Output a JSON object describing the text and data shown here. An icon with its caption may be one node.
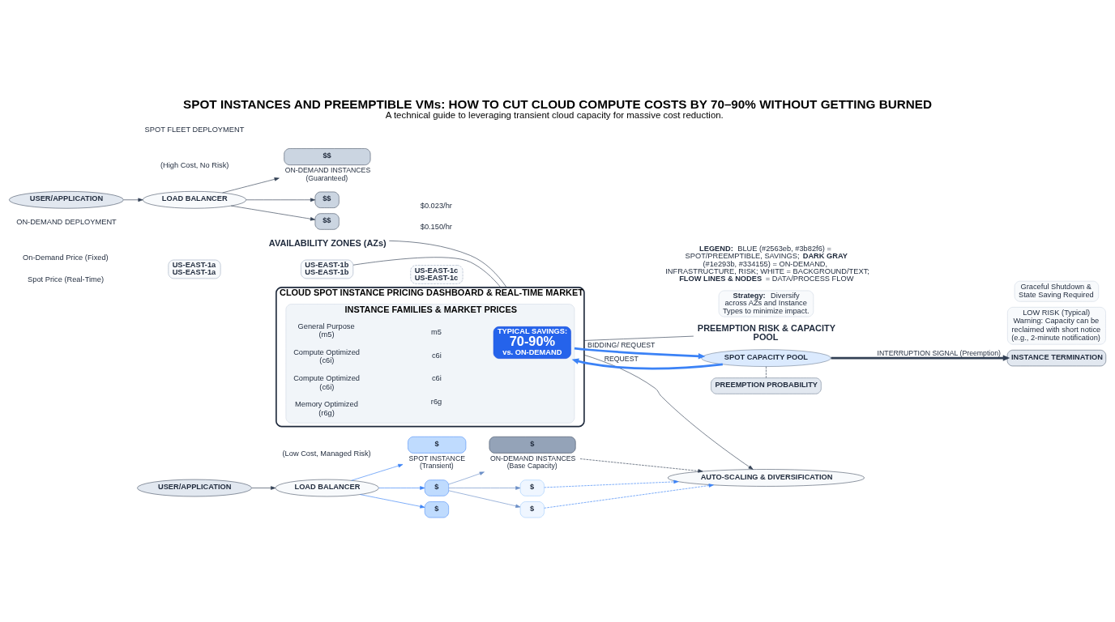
{
  "diagram": {
    "title": "SPOT INSTANCES AND PREEMPTIBLE VMs: HOW TO CUT CLOUD COMPUTE COSTS BY 70–90% WITHOUT GETTING BURNED",
    "caption": "A technical guide to leveraging transient cloud capacity for massive cost reduction.",
    "nodes": [
      {
        "text": [
          "AVAILABILITY ZONES (AZs)"
        ]
      },
      {
        "text": [
          "US-EAST-1a",
          "US-EAST-1a"
        ]
      },
      {
        "text": [
          "US-EAST-1b",
          "US-EAST-1b"
        ]
      },
      {
        "text": [
          "US-EAST-1c",
          "US-EAST-1c"
        ]
      },
      {
        "text": [
          "CLOUD SPOT INSTANCE PRICING DASHBOARD & REAL-TIME MARKET"
        ]
      },
      {
        "text": [
          "INSTANCE FAMILIES & MARKET PRICES"
        ],
        "in": 4
      },
      {
        "text": [
          "TYPICAL SAVINGS:",
          "70-90%",
          "vs. ON-DEMAND"
        ],
        "in": 5
      },
      {
        "text": [
          "PREEMPTION RISK & CAPACITY POOL"
        ]
      },
      {
        "text": [
          "PREEMPTION PROBABILITY"
        ]
      },
      {
        "text": [
          "LOW RISK (Typical)",
          "Warning: Capacity can be reclaimed with short notice (e.g., 2-minute notification)"
        ]
      },
      {
        "text": [
          "SPOT CAPACITY POOL"
        ]
      },
      {
        "text": [
          "INSTANCE TERMINATION"
        ]
      },
      {
        "text": [
          "Graceful Shutdown & State Saving Required"
        ]
      },
      {
        "text": [
          "USER/APPLICATION"
        ]
      },
      {
        "text": [
          "LOAD BALANCER"
        ]
      },
      {
        "text": [
          "$$"
        ]
      },
      {
        "text": [
          "$$"
        ]
      },
      {
        "text": [
          "$$"
        ],
        "beside": [
          "ON-DEMAND INSTANCES",
          "(Guaranteed)"
        ]
      },
      {
        "text": [
          "USER/APPLICATION"
        ]
      },
      {
        "text": [
          "LOAD BALANCER"
        ]
      },
      {
        "text": [
          "$"
        ]
      },
      {
        "text": [
          "$"
        ]
      },
      {
        "text": [
          "$"
        ],
        "beside": [
          "SPOT INSTANCE",
          "(Transient)"
        ]
      },
      {
        "text": [
          "$"
        ]
      },
      {
        "text": [
          "$"
        ]
      },
      {
        "text": [
          "$"
        ],
        "beside": [
          "ON-DEMAND INSTANCES",
          "(Base Capacity)"
        ]
      },
      {
        "text": [
          "AUTO-SCALING & DIVERSIFICATION"
        ]
      },
      {
        "text": [
          "**Strategy:** Diversify across AZs and Instance Types to minimize impact."
        ]
      }
    ],
    "edges": [
      {
        "from": 0,
        "to": 4,
        "arrow": "none"
      },
      {
        "from": 2,
        "to": 4,
        "arrow": "none"
      },
      {
        "from": 4,
        "to": 26,
        "arrow": "to"
      },
      {
        "from": 4,
        "to": 7,
        "arrow": "none"
      },
      {
        "from": 5,
        "to": 10,
        "arrow": "to",
        "label": "BIDDING/ REQUEST",
        "style": "thick",
        "color": "#3b82f6"
      },
      {
        "from": 10,
        "to": 5,
        "arrow": "to",
        "label": "REQUEST",
        "style": "thick",
        "color": "#3b82f6"
      },
      {
        "from": 10,
        "to": 8,
        "arrow": "none",
        "style": "dashed"
      },
      {
        "from": 10,
        "to": 11,
        "arrow": "to",
        "label": "INTERRUPTION SIGNAL (Preemption)",
        "style": "thick"
      },
      {
        "from": 13,
        "to": 14,
        "arrow": "to"
      },
      {
        "from": 14,
        "to": 15,
        "arrow": "to"
      },
      {
        "from": 14,
        "to": 16,
        "arrow": "to"
      },
      {
        "from": 14,
        "to": 17,
        "arrow": "to"
      },
      {
        "from": 18,
        "to": 19,
        "arrow": "to"
      },
      {
        "from": 19,
        "to": 20,
        "arrow": "to",
        "color": "#3b82f6"
      },
      {
        "from": 19,
        "to": 21,
        "arrow": "to",
        "color": "#3b82f6"
      },
      {
        "from": 19,
        "to": 22,
        "arrow": "to",
        "color": "#3b82f6"
      },
      {
        "from": 21,
        "to": 23,
        "arrow": "to",
        "color": "#6b8fc7"
      },
      {
        "from": 21,
        "to": 24,
        "arrow": "to",
        "color": "#6b8fc7"
      },
      {
        "from": 21,
        "to": 25,
        "arrow": "to",
        "color": "#6b8fc7"
      },
      {
        "from": 23,
        "to": 26,
        "arrow": "to",
        "style": "dashed",
        "color": "#3b82f6"
      },
      {
        "from": 24,
        "to": 26,
        "arrow": "to",
        "style": "dashed",
        "color": "#3b82f6"
      },
      {
        "from": 25,
        "to": 26,
        "arrow": "to",
        "style": "dashed"
      }
    ],
    "labels": [
      "On-Demand Price (Fixed)",
      "$0.150/hr",
      "Spot Price (Real-Time)",
      "$0.023/hr",
      "General Purpose (m5)",
      "m5",
      "Compute Optimized (c6i)",
      "c6i",
      "Compute Optimized (c6i)",
      "c6i",
      "Memory Optimized (r6g)",
      "r6g",
      "ON-DEMAND DEPLOYMENT",
      "(High Cost, No Risk)",
      "SPOT FLEET DEPLOYMENT",
      "(Low Cost, Managed Risk)",
      "**LEGEND:** BLUE (#2563eb, #3b82f6) = SPOT/PREEMPTIBLE, SAVINGS; **DARK GRAY** (#1e293b, #334155) = ON-DEMAND, INFRASTRUCTURE, RISK; WHITE = BACKGROUND/TEXT; **FLOW LINES & NODES** = DATA/PROCESS FLOW"
    ]
  }
}
